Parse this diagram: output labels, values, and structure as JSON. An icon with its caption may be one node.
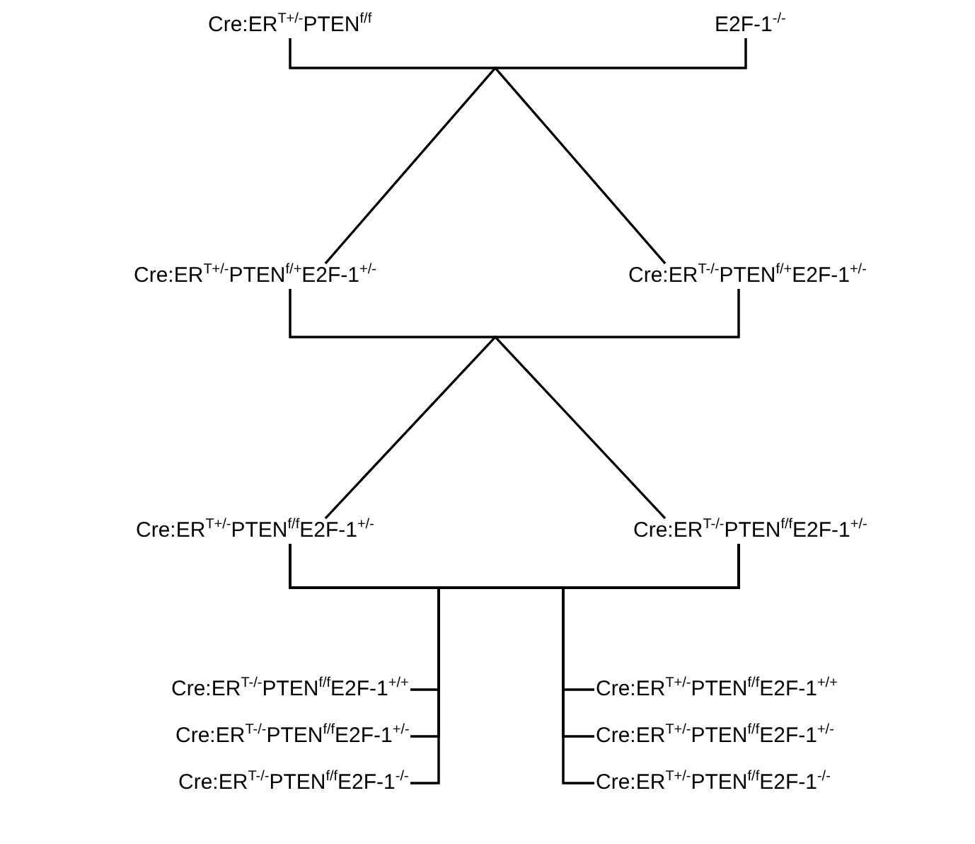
{
  "diagram": {
    "nodes": [
      {
        "text": [
          "Cre:ER$^{T+/-}$PTEN$^{f/f}$"
        ]
      },
      {
        "text": [
          "E2F-1$^{-/-}$"
        ]
      },
      {
        "text": [
          "Cre:ER$^{T+/-}$PTEN$^{f/+}$E2F-1$^{+/-}$"
        ]
      },
      {
        "text": [
          "Cre:ER$^{T-/-}$PTEN$^{f/+}$E2F-1$^{+/-}$"
        ]
      },
      {
        "text": [
          "Cre:ER$^{T+/-}$PTEN$^{f/f}$E2F-1$^{+/-}$"
        ]
      },
      {
        "text": [
          "Cre:ER$^{T-/-}$PTEN$^{f/f}$E2F-1$^{+/-}$"
        ]
      },
      {
        "text": [
          "Cre:ER$^{T-/-}$PTEN$^{f/f}$E2F-1$^{+/+}$"
        ]
      },
      {
        "text": [
          "Cre:ER$^{T+/-}$PTEN$^{f/f}$E2F-1$^{+/+}$"
        ]
      },
      {
        "text": [
          "Cre:ER$^{T-/-}$PTEN$^{f/f}$E2F-1$^{+/-}$"
        ]
      },
      {
        "text": [
          "Cre:ER$^{T+/-}$PTEN$^{f/f}$E2F-1$^{+/-}$"
        ]
      },
      {
        "text": [
          "Cre:ER$^{T-/-}$PTEN$^{f/f}$E2F-1$^{-/-}$"
        ]
      },
      {
        "text": [
          "Cre:ER$^{T+/-}$PTEN$^{f/f}$E2F-1$^{-/-}$"
        ]
      }
    ],
    "edges": [
      {
        "from": 0,
        "to": 2,
        "arrow": "none"
      },
      {
        "from": 0,
        "to": 3,
        "arrow": "none"
      },
      {
        "from": 1,
        "to": 2,
        "arrow": "none"
      },
      {
        "from": 1,
        "to": 3,
        "arrow": "none"
      },
      {
        "from": 2,
        "to": 4,
        "arrow": "none"
      },
      {
        "from": 2,
        "to": 5,
        "arrow": "none"
      },
      {
        "from": 3,
        "to": 4,
        "arrow": "none"
      },
      {
        "from": 3,
        "to": 5,
        "arrow": "none"
      },
      {
        "from": 4,
        "to": 6,
        "arrow": "none"
      },
      {
        "from": 4,
        "to": 7,
        "arrow": "none"
      },
      {
        "from": 4,
        "to": 8,
        "arrow": "none"
      },
      {
        "from": 4,
        "to": 9,
        "arrow": "none"
      },
      {
        "from": 4,
        "to": 10,
        "arrow": "none"
      },
      {
        "from": 4,
        "to": 11,
        "arrow": "none"
      },
      {
        "from": 5,
        "to": 6,
        "arrow": "none"
      },
      {
        "from": 5,
        "to": 7,
        "arrow": "none"
      },
      {
        "from": 5,
        "to": 8,
        "arrow": "none"
      },
      {
        "from": 5,
        "to": 9,
        "arrow": "none"
      },
      {
        "from": 5,
        "to": 10,
        "arrow": "none"
      },
      {
        "from": 5,
        "to": 11,
        "arrow": "none"
      }
    ]
  }
}
